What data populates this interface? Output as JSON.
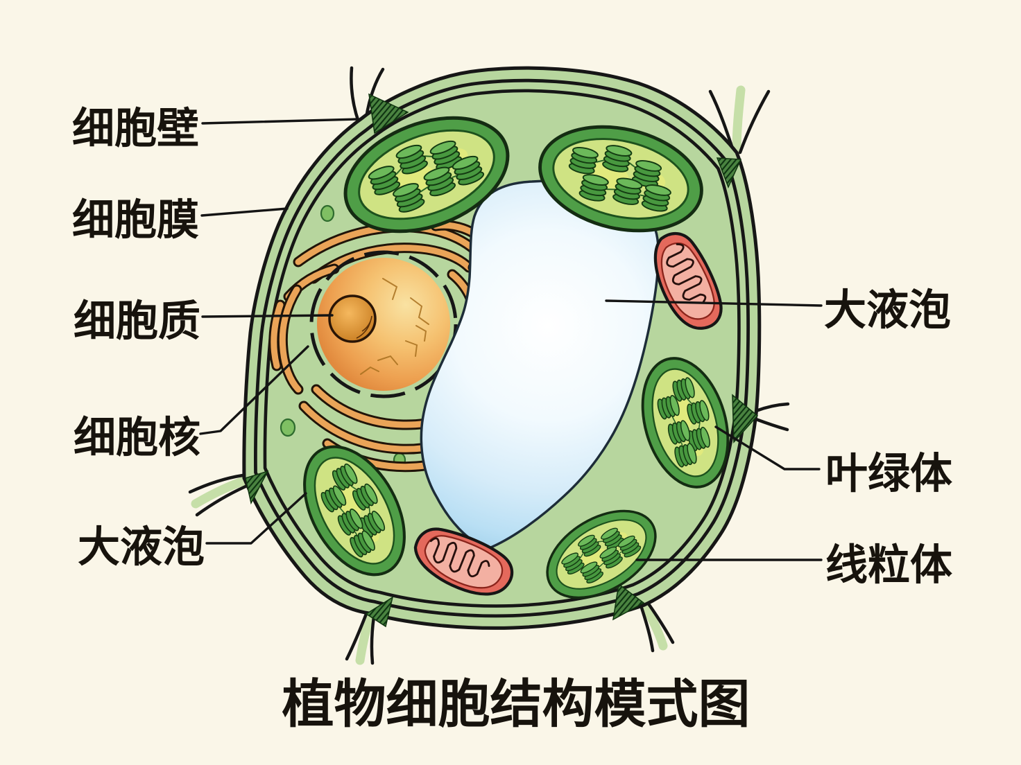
{
  "title": "植物细胞结构模式图",
  "labels": {
    "cell_wall": "细胞壁",
    "cell_membrane": "细胞膜",
    "cytoplasm": "细胞质",
    "nucleus": "细胞核",
    "vacuole_left": "大液泡",
    "vacuole_right": "大液泡",
    "chloroplast": "叶绿体",
    "mitochondrion": "线粒体"
  },
  "colors": {
    "paper": "#faf6e8",
    "ink": "#141414",
    "wall_green": "#b7d69e",
    "wall_yellow_strip": "#f4efb6",
    "cytoplasm_green": "#e9f0cb",
    "vacuole_blue": "#bde2f5",
    "chloroplast_outer": "#4f9e47",
    "chloroplast_inner": "#cfe383",
    "grana_green": "#48983f",
    "mitochondrion_red": "#e4695c",
    "nucleus_orange": "#f5c170",
    "nucleolus_orange": "#c87c20",
    "er_orange": "#eaa458",
    "corner_hatch": "#4a8340"
  }
}
